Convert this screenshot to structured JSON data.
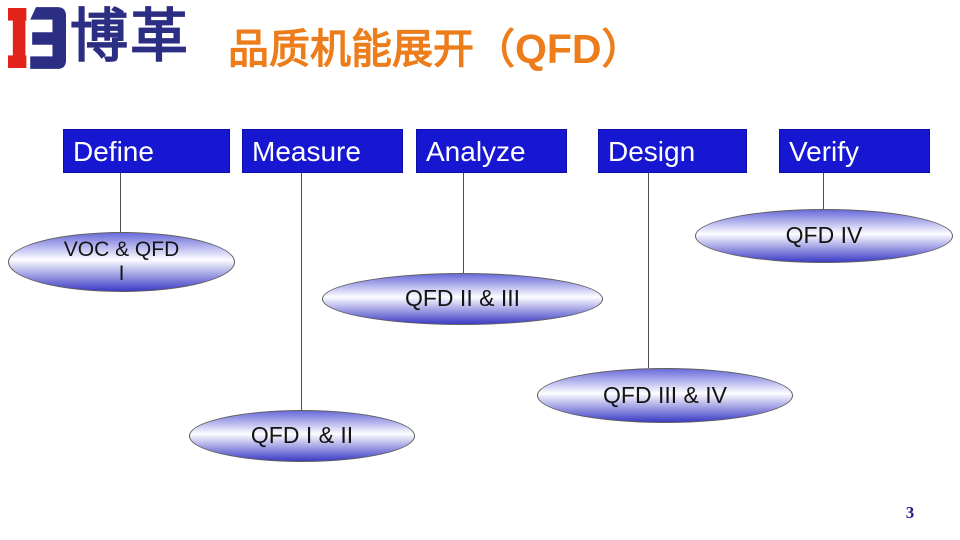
{
  "header": {
    "brand": "博革",
    "title": "品质机能展开（QFD）",
    "colors": {
      "title_orange": "#ED7D1A",
      "brand_navy": "#2B2E83",
      "logo_red": "#E2231A"
    }
  },
  "diagram": {
    "phase_box_color": "#1717D2",
    "phase_text_color": "#FFFFFF",
    "ellipse_top_color": "#6B6BDB",
    "ellipse_bottom_color": "#3C3CC6",
    "connector_color": "#4D4D4D",
    "phases": [
      {
        "label": "Define"
      },
      {
        "label": "Measure"
      },
      {
        "label": "Analyze"
      },
      {
        "label": "Design"
      },
      {
        "label": "Verify"
      }
    ],
    "ellipses": [
      {
        "lines": [
          "VOC & QFD",
          "I"
        ]
      },
      {
        "lines": [
          "QFD I & II"
        ]
      },
      {
        "lines": [
          "QFD II & III"
        ]
      },
      {
        "lines": [
          "QFD III & IV"
        ]
      },
      {
        "lines": [
          "QFD IV"
        ]
      }
    ]
  },
  "footer": {
    "page_number": "3"
  }
}
